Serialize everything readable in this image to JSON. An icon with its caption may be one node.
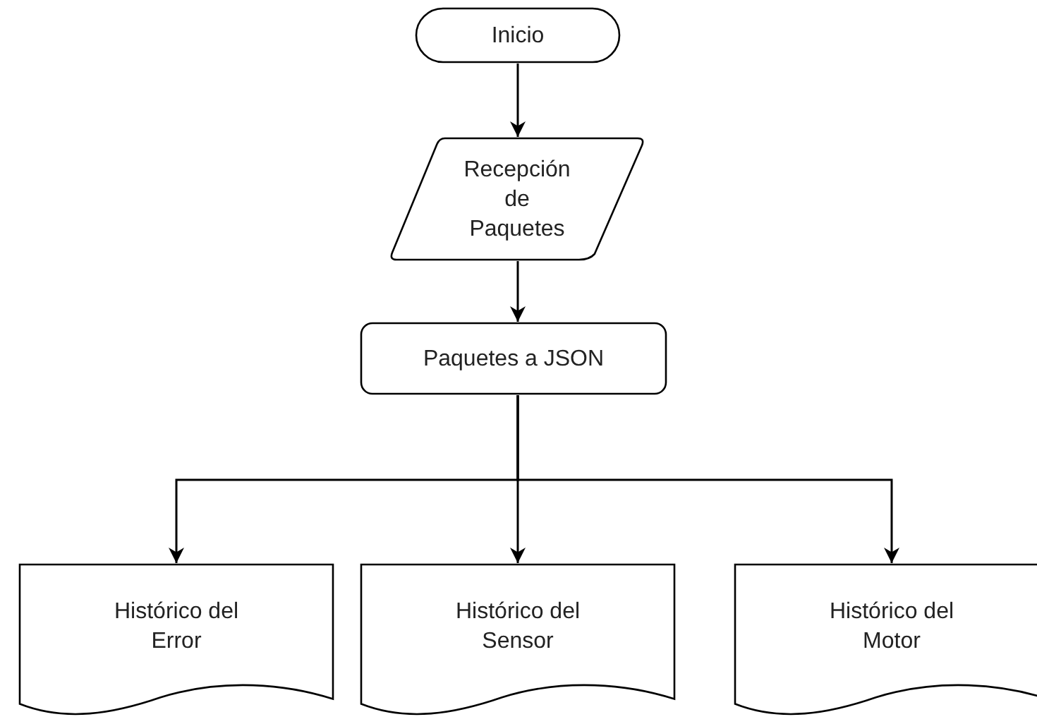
{
  "diagram": {
    "nodes": [
      {
        "text": [
          "Inicio"
        ]
      },
      {
        "text": [
          "Recepción de Paquetes"
        ]
      },
      {
        "text": [
          "Paquetes a JSON"
        ]
      },
      {
        "text": [
          "Histórico del Error"
        ]
      },
      {
        "text": [
          "Histórico del Sensor"
        ]
      },
      {
        "text": [
          "Histórico del Motor"
        ]
      }
    ],
    "edges": [
      {
        "from": 0,
        "to": 1,
        "arrow": "to"
      },
      {
        "from": 1,
        "to": 2,
        "arrow": "to"
      },
      {
        "from": 2,
        "to": 3,
        "arrow": "to"
      },
      {
        "from": 2,
        "to": 4,
        "arrow": "to"
      },
      {
        "from": 2,
        "to": 5,
        "arrow": "to"
      }
    ]
  }
}
